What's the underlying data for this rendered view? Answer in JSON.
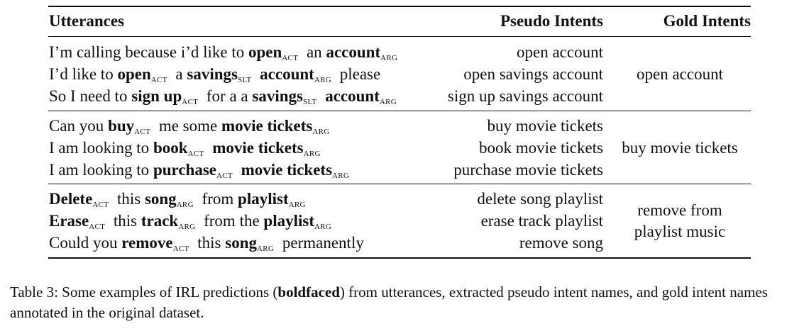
{
  "table": {
    "headers": {
      "utterances": "Utterances",
      "pseudo": "Pseudo Intents",
      "gold": "Gold Intents"
    },
    "groups": [
      {
        "gold_lines": [
          "open account"
        ],
        "rows": [
          {
            "pseudo": "open account",
            "segments": [
              {
                "t": "I’m calling because i’d like to "
              },
              {
                "t": "open",
                "b": true,
                "sub": "ACT"
              },
              {
                "t": " an "
              },
              {
                "t": "account",
                "b": true,
                "sub": "ARG"
              }
            ]
          },
          {
            "pseudo": "open savings account",
            "segments": [
              {
                "t": "I’d like to "
              },
              {
                "t": "open",
                "b": true,
                "sub": "ACT"
              },
              {
                "t": " a "
              },
              {
                "t": "savings",
                "b": true,
                "sub": "SLT"
              },
              {
                "t": " "
              },
              {
                "t": "account",
                "b": true,
                "sub": "ARG"
              },
              {
                "t": " please"
              }
            ]
          },
          {
            "pseudo": "sign up savings account",
            "segments": [
              {
                "t": "So I need to "
              },
              {
                "t": "sign up",
                "b": true,
                "sub": "ACT"
              },
              {
                "t": " for a a "
              },
              {
                "t": "savings",
                "b": true,
                "sub": "SLT"
              },
              {
                "t": " "
              },
              {
                "t": "account",
                "b": true,
                "sub": "ARG"
              }
            ]
          }
        ]
      },
      {
        "gold_lines": [
          "buy movie tickets"
        ],
        "rows": [
          {
            "pseudo": "buy movie tickets",
            "segments": [
              {
                "t": "Can you "
              },
              {
                "t": "buy",
                "b": true,
                "sub": "ACT"
              },
              {
                "t": " me some "
              },
              {
                "t": "movie tickets",
                "b": true,
                "sub": "ARG"
              }
            ]
          },
          {
            "pseudo": "book movie tickets",
            "segments": [
              {
                "t": "I am looking to "
              },
              {
                "t": "book",
                "b": true,
                "sub": "ACT"
              },
              {
                "t": " "
              },
              {
                "t": "movie tickets",
                "b": true,
                "sub": "ARG"
              }
            ]
          },
          {
            "pseudo": "purchase movie tickets",
            "segments": [
              {
                "t": "I am looking to "
              },
              {
                "t": "purchase",
                "b": true,
                "sub": "ACT"
              },
              {
                "t": " "
              },
              {
                "t": "movie tickets",
                "b": true,
                "sub": "ARG"
              }
            ]
          }
        ]
      },
      {
        "gold_lines": [
          "remove from",
          "playlist music"
        ],
        "rows": [
          {
            "pseudo": "delete song playlist",
            "segments": [
              {
                "t": "Delete",
                "b": true,
                "sub": "ACT"
              },
              {
                "t": " this "
              },
              {
                "t": "song",
                "b": true,
                "sub": "ARG"
              },
              {
                "t": " from "
              },
              {
                "t": "playlist",
                "b": true,
                "sub": "ARG"
              }
            ]
          },
          {
            "pseudo": "erase track playlist",
            "segments": [
              {
                "t": "Erase",
                "b": true,
                "sub": "ACT"
              },
              {
                "t": " this "
              },
              {
                "t": "track",
                "b": true,
                "sub": "ARG"
              },
              {
                "t": " from the "
              },
              {
                "t": "playlist",
                "b": true,
                "sub": "ARG"
              }
            ]
          },
          {
            "pseudo": "remove song",
            "segments": [
              {
                "t": "Could you "
              },
              {
                "t": "remove",
                "b": true,
                "sub": "ACT"
              },
              {
                "t": " this "
              },
              {
                "t": "song",
                "b": true,
                "sub": "ARG"
              },
              {
                "t": " permanently"
              }
            ]
          }
        ]
      }
    ]
  },
  "caption": {
    "prefix": "Table 3: Some examples of IRL predictions (",
    "bold": "boldfaced",
    "suffix": ") from utterances, extracted pseudo intent names, and gold intent names annotated in the original dataset."
  }
}
